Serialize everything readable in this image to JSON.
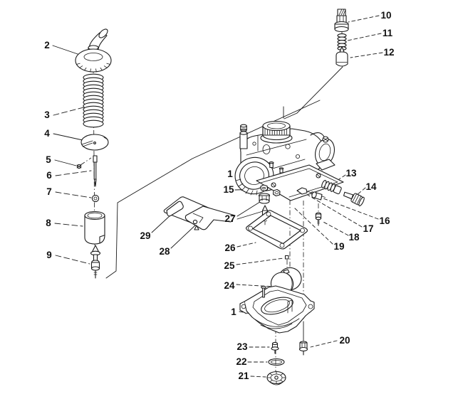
{
  "diagram": {
    "kind": "exploded-parts-diagram",
    "subject": "carburetor assembly",
    "colors": {
      "background": "#ffffff",
      "line": "#1a1a1a",
      "text": "#111111"
    }
  },
  "callouts": [
    "2",
    "3",
    "4",
    "5",
    "6",
    "7",
    "8",
    "9",
    "10",
    "11",
    "12",
    "1",
    "13",
    "14",
    "15",
    "16",
    "17",
    "18",
    "19",
    "27",
    "29",
    "28",
    "26",
    "25",
    "24",
    "1",
    "23",
    "22",
    "21",
    "20"
  ]
}
